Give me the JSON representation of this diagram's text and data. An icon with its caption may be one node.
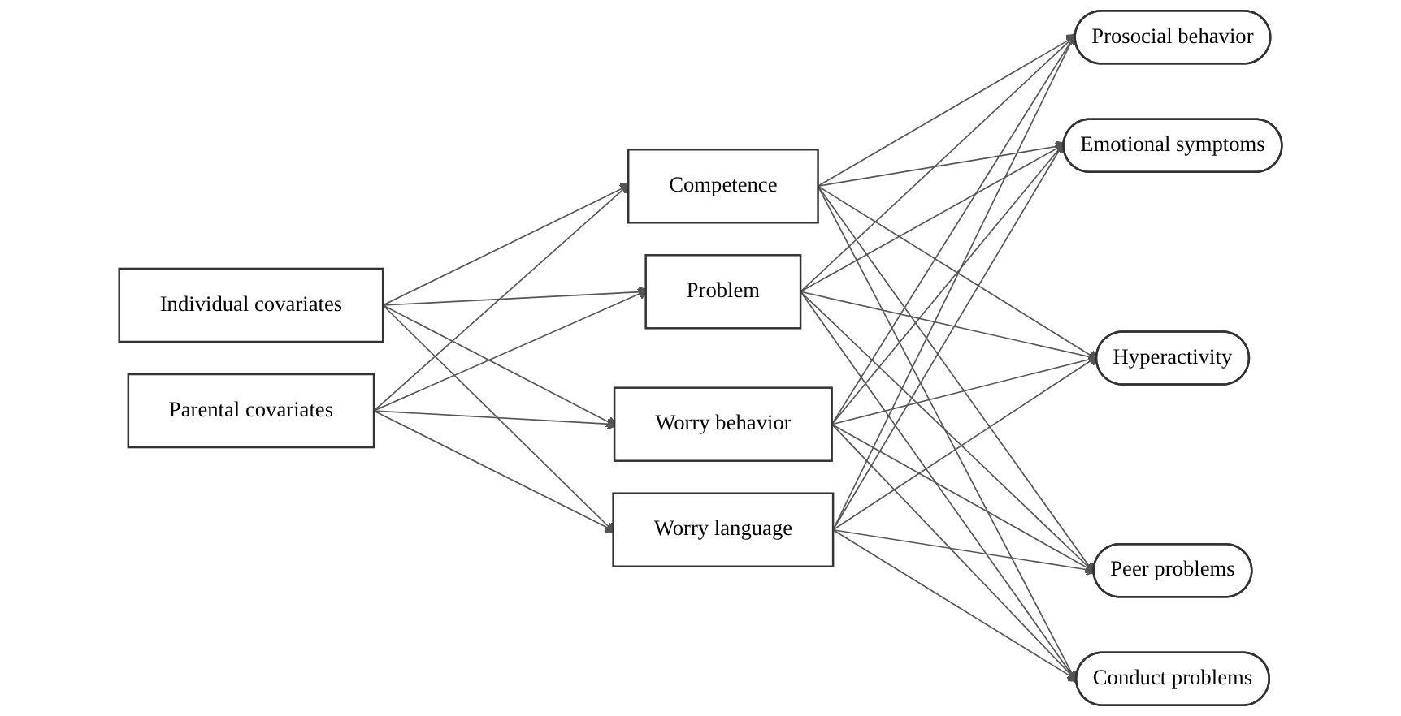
{
  "diagram": {
    "nodes": [
      {
        "text": [
          "Individual covariates"
        ]
      },
      {
        "text": [
          "Parental covariates"
        ]
      },
      {
        "text": [
          "Competence"
        ]
      },
      {
        "text": [
          "Problem"
        ]
      },
      {
        "text": [
          "Worry behavior"
        ]
      },
      {
        "text": [
          "Worry language"
        ]
      },
      {
        "text": [
          "Prosocial behavior"
        ]
      },
      {
        "text": [
          "Emotional symptoms"
        ]
      },
      {
        "text": [
          "Hyperactivity"
        ]
      },
      {
        "text": [
          "Peer problems"
        ]
      },
      {
        "text": [
          "Conduct problems"
        ]
      }
    ],
    "edges": [
      {
        "from": 0,
        "to": 2,
        "arrow": "to"
      },
      {
        "from": 0,
        "to": 3,
        "arrow": "to"
      },
      {
        "from": 0,
        "to": 4,
        "arrow": "to"
      },
      {
        "from": 0,
        "to": 5,
        "arrow": "to"
      },
      {
        "from": 1,
        "to": 2,
        "arrow": "to"
      },
      {
        "from": 1,
        "to": 3,
        "arrow": "to"
      },
      {
        "from": 1,
        "to": 4,
        "arrow": "to"
      },
      {
        "from": 1,
        "to": 5,
        "arrow": "to"
      },
      {
        "from": 2,
        "to": 6,
        "arrow": "to"
      },
      {
        "from": 2,
        "to": 7,
        "arrow": "to"
      },
      {
        "from": 2,
        "to": 8,
        "arrow": "to"
      },
      {
        "from": 2,
        "to": 9,
        "arrow": "to"
      },
      {
        "from": 2,
        "to": 10,
        "arrow": "to"
      },
      {
        "from": 3,
        "to": 6,
        "arrow": "to"
      },
      {
        "from": 3,
        "to": 7,
        "arrow": "to"
      },
      {
        "from": 3,
        "to": 8,
        "arrow": "to"
      },
      {
        "from": 3,
        "to": 9,
        "arrow": "to"
      },
      {
        "from": 3,
        "to": 10,
        "arrow": "to"
      },
      {
        "from": 4,
        "to": 6,
        "arrow": "to"
      },
      {
        "from": 4,
        "to": 7,
        "arrow": "to"
      },
      {
        "from": 4,
        "to": 8,
        "arrow": "to"
      },
      {
        "from": 4,
        "to": 9,
        "arrow": "to"
      },
      {
        "from": 4,
        "to": 10,
        "arrow": "to"
      },
      {
        "from": 5,
        "to": 6,
        "arrow": "to"
      },
      {
        "from": 5,
        "to": 7,
        "arrow": "to"
      },
      {
        "from": 5,
        "to": 8,
        "arrow": "to"
      },
      {
        "from": 5,
        "to": 9,
        "arrow": "to"
      },
      {
        "from": 5,
        "to": 10,
        "arrow": "to"
      }
    ]
  }
}
